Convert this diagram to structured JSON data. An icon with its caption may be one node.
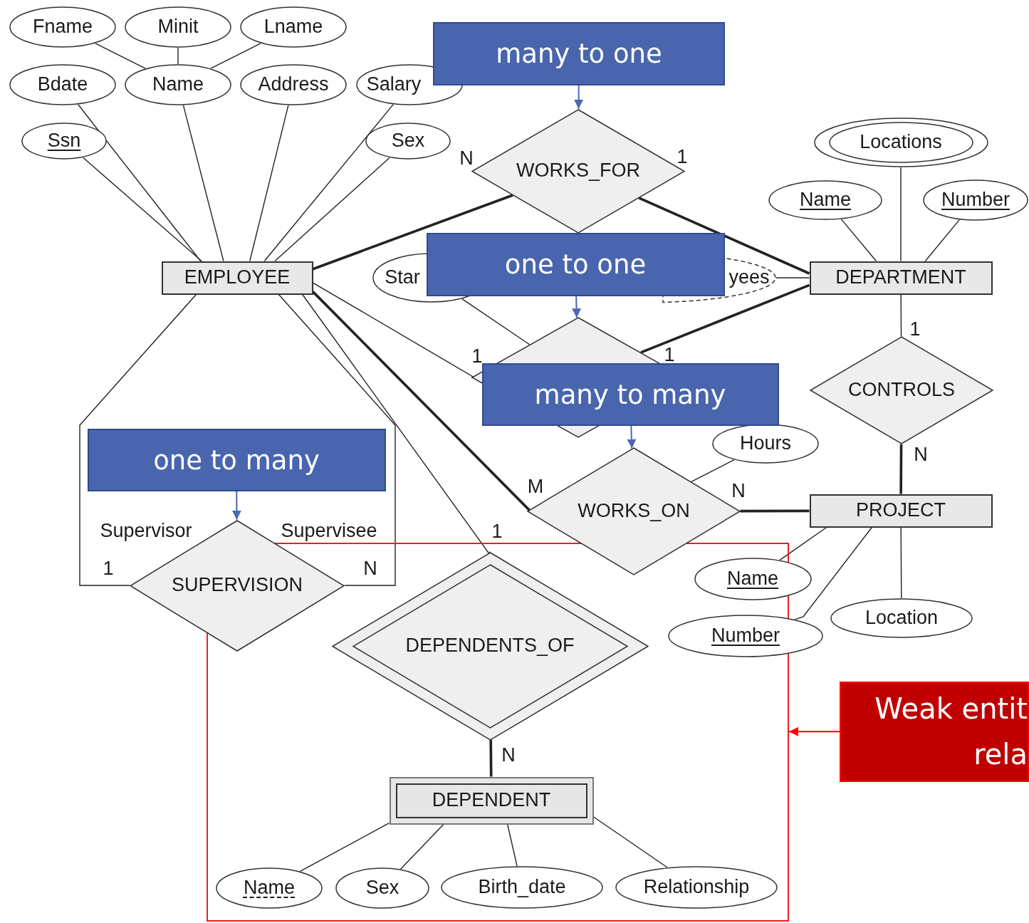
{
  "diagram": {
    "nodes": [
      {
        "text": [
          "Fname"
        ]
      },
      {
        "text": [
          "Minit"
        ]
      },
      {
        "text": [
          "Lname"
        ]
      },
      {
        "text": [
          "Bdate"
        ]
      },
      {
        "text": [
          "Name"
        ]
      },
      {
        "text": [
          "Address"
        ]
      },
      {
        "text": [
          "Salary"
        ]
      },
      {
        "text": [
          "Ssn"
        ]
      },
      {
        "text": [
          "Sex"
        ]
      },
      {
        "text": [
          "EMPLOYEE"
        ]
      },
      {
        "text": [
          "WORKS_FOR"
        ]
      },
      {
        "text": [
          "Locations"
        ]
      },
      {
        "text": [
          "Name"
        ]
      },
      {
        "text": [
          "Number"
        ]
      },
      {
        "text": [
          "Star"
        ]
      },
      {
        "text": [
          "yees"
        ]
      },
      {
        "text": [
          "DEPARTMENT"
        ]
      },
      {
        "text": [],
        "shape": "diamond"
      },
      {
        "text": [
          "CONTROLS"
        ]
      },
      {
        "text": [
          "Hours"
        ]
      },
      {
        "text": [
          "WORKS_ON"
        ]
      },
      {
        "text": [
          "PROJECT"
        ]
      },
      {
        "text": [
          "SUPERVISION"
        ]
      },
      {
        "text": [
          "Name"
        ]
      },
      {
        "text": [
          "Number"
        ]
      },
      {
        "text": [
          "Location"
        ]
      },
      {
        "text": [],
        "shape": "box"
      },
      {
        "text": [
          "DEPENDENTS_OF"
        ],
        "in": 26
      },
      {
        "text": [
          "DEPENDENT"
        ],
        "in": 26
      },
      {
        "text": [
          "Name"
        ],
        "in": 26
      },
      {
        "text": [
          "Sex"
        ],
        "in": 26
      },
      {
        "text": [
          "Birth_date"
        ],
        "in": 26
      },
      {
        "text": [
          "Relationship"
        ],
        "in": 26
      },
      {
        "text": [
          "many to one"
        ]
      },
      {
        "text": [
          "one to one"
        ]
      },
      {
        "text": [
          "many to many"
        ]
      },
      {
        "text": [
          "one to many"
        ]
      },
      {
        "text": [
          "Weak entit rela"
        ]
      }
    ],
    "edges": [
      {
        "from": 0,
        "to": 4,
        "arrow": "none"
      },
      {
        "from": 1,
        "to": 4,
        "arrow": "none"
      },
      {
        "from": 2,
        "to": 4,
        "arrow": "none"
      },
      {
        "from": 3,
        "to": 9,
        "arrow": "none"
      },
      {
        "from": 4,
        "to": 9,
        "arrow": "none"
      },
      {
        "from": 5,
        "to": 9,
        "arrow": "none"
      },
      {
        "from": 6,
        "to": 9,
        "arrow": "none"
      },
      {
        "from": 7,
        "to": 9,
        "arrow": "none"
      },
      {
        "from": 8,
        "to": 9,
        "arrow": "none"
      },
      {
        "from": 9,
        "to": 10,
        "arrow": "none",
        "label": "N",
        "style": "thick"
      },
      {
        "from": 10,
        "to": 16,
        "arrow": "none",
        "label": "1",
        "style": "thick"
      },
      {
        "from": 11,
        "to": 16,
        "arrow": "none"
      },
      {
        "from": 12,
        "to": 16,
        "arrow": "none"
      },
      {
        "from": 13,
        "to": 16,
        "arrow": "none"
      },
      {
        "from": 14,
        "to": 17,
        "arrow": "none"
      },
      {
        "from": 15,
        "to": 16,
        "arrow": "none"
      },
      {
        "from": 9,
        "to": 17,
        "arrow": "none",
        "label": "1"
      },
      {
        "from": 17,
        "to": 16,
        "arrow": "none",
        "label": "1",
        "style": "thick"
      },
      {
        "from": 16,
        "to": 18,
        "arrow": "none",
        "label": "1"
      },
      {
        "from": 18,
        "to": 21,
        "arrow": "none",
        "label": "N",
        "style": "thick"
      },
      {
        "from": 9,
        "to": 20,
        "arrow": "none",
        "label": "M",
        "style": "thick"
      },
      {
        "from": 19,
        "to": 20,
        "arrow": "none"
      },
      {
        "from": 20,
        "to": 21,
        "arrow": "none",
        "label": "N",
        "style": "thick"
      },
      {
        "from": 21,
        "to": 23,
        "arrow": "none"
      },
      {
        "from": 21,
        "to": 24,
        "arrow": "none"
      },
      {
        "from": 21,
        "to": 25,
        "arrow": "none"
      },
      {
        "from": 9,
        "to": 22,
        "arrow": "none",
        "label": "Supervisor"
      },
      {
        "from": 9,
        "to": 22,
        "arrow": "none",
        "label": "Supervisee"
      },
      {
        "from": 9,
        "to": 27,
        "arrow": "none",
        "label": "1"
      },
      {
        "from": 27,
        "to": 28,
        "arrow": "none",
        "label": "N",
        "style": "thick"
      },
      {
        "from": 28,
        "to": 29,
        "arrow": "none"
      },
      {
        "from": 28,
        "to": 30,
        "arrow": "none"
      },
      {
        "from": 28,
        "to": 31,
        "arrow": "none"
      },
      {
        "from": 28,
        "to": 32,
        "arrow": "none"
      },
      {
        "from": 33,
        "to": 10,
        "arrow": "to",
        "color": "#4a68b5"
      },
      {
        "from": 34,
        "to": 17,
        "arrow": "to",
        "color": "#4a68b5"
      },
      {
        "from": 35,
        "to": 20,
        "arrow": "to",
        "color": "#4a68b5"
      },
      {
        "from": 36,
        "to": 22,
        "arrow": "to",
        "color": "#4a68b5"
      },
      {
        "from": 37,
        "to": 26,
        "arrow": "to",
        "color": "#ff0000"
      }
    ],
    "labels": [
      "1",
      "N"
    ]
  }
}
